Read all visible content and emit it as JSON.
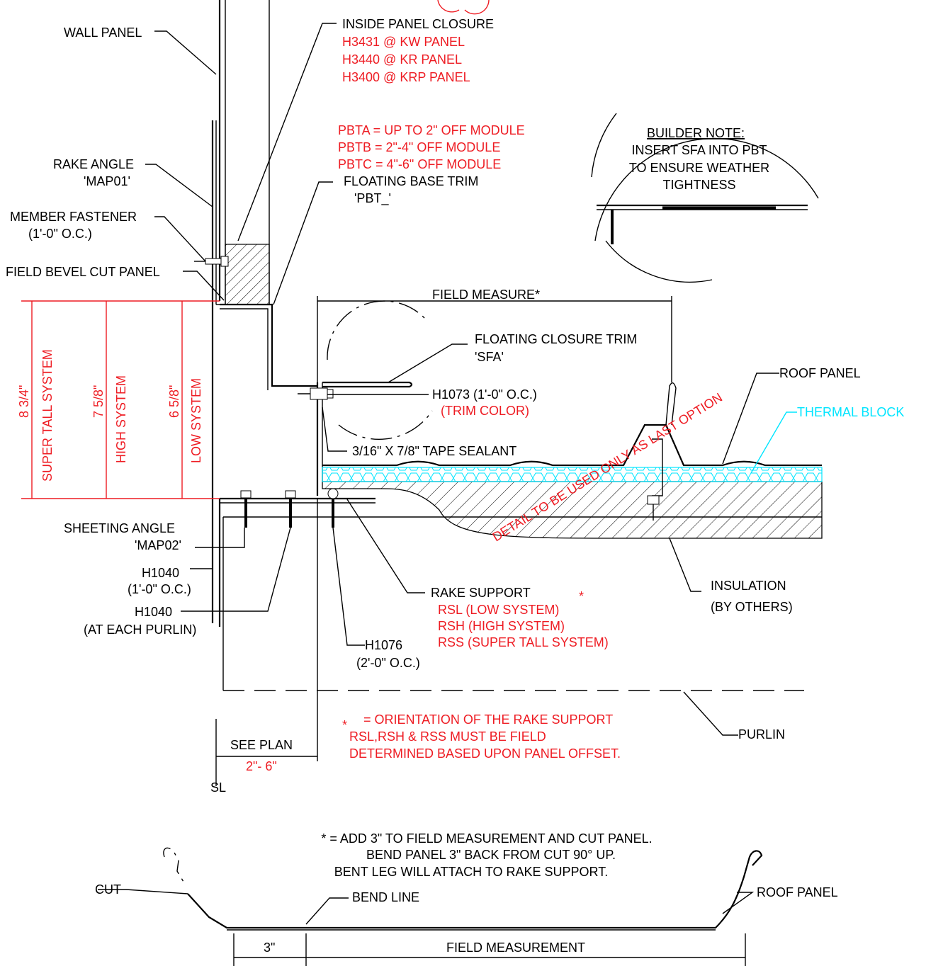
{
  "labels": {
    "wall_panel": "WALL PANEL",
    "inside_closure": "INSIDE PANEL CLOSURE",
    "closure_kw": "H3431 @ KW PANEL",
    "closure_kr": "H3440 @ KR PANEL",
    "closure_krp": "H3400 @ KRP PANEL",
    "pbta": "PBTA = UP TO 2\" OFF MODULE",
    "pbtb": "PBTB = 2\"-4\" OFF MODULE",
    "pbtc": "PBTC = 4\"-6\" OFF MODULE",
    "floating_base_trim": "FLOATING BASE TRIM",
    "pbt_code": "'PBT_'",
    "rake_angle": "RAKE ANGLE",
    "map01": "'MAP01'",
    "member_fastener": "MEMBER FASTENER",
    "member_fastener_oc": "(1'-0\" O.C.)",
    "field_bevel": "FIELD BEVEL CUT PANEL",
    "builder_note_title": "BUILDER NOTE:",
    "builder_note_1": "INSERT SFA INTO PBT",
    "builder_note_2": "TO ENSURE WEATHER",
    "builder_note_3": "TIGHTNESS",
    "field_measure": "FIELD MEASURE*",
    "floating_closure_trim": "FLOATING CLOSURE TRIM",
    "sfa_code": "'SFA'",
    "roof_panel": "ROOF PANEL",
    "thermal_block": "THERMAL BLOCK",
    "h1073": "H1073 (1'-0\" O.C.)",
    "trim_color": "(TRIM COLOR)",
    "tape_sealant": "3/16\" X 7/8\" TAPE SEALANT",
    "detail_note": "DETAIL TO BE USED ONLY AS LAST OPTION",
    "dim_super": "8 3/4\"",
    "dim_high": "7 5/8\"",
    "dim_low": "6 5/8\"",
    "super_tall_system": "SUPER TALL SYSTEM",
    "high_system": "HIGH SYSTEM",
    "low_system": "LOW SYSTEM",
    "sheeting_angle": "SHEETING ANGLE",
    "map02": "'MAP02'",
    "h1040_a": "H1040",
    "h1040_a_oc": "(1'-0\" O.C.)",
    "h1040_b": "H1040",
    "h1040_b_oc": "(AT EACH PURLIN)",
    "rake_support": "RAKE SUPPORT",
    "rsl": "RSL (LOW SYSTEM)",
    "rsh": "RSH (HIGH SYSTEM)",
    "rss": "RSS (SUPER TALL SYSTEM)",
    "insulation": "INSULATION",
    "by_others": "(BY OTHERS)",
    "h1076": "H1076",
    "h1076_oc": "(2'-0\" O.C.)",
    "orientation_1": "= ORIENTATION OF THE RAKE SUPPORT",
    "orientation_2": "RSL,RSH & RSS MUST BE FIELD",
    "orientation_3": "DETERMINED BASED UPON PANEL OFFSET.",
    "purlin": "PURLIN",
    "see_plan": "SEE PLAN",
    "see_plan_dim": "2\"- 6\"",
    "sl_symbol": "SL",
    "note_star_1": "* = ADD 3\" TO FIELD MEASUREMENT AND CUT PANEL.",
    "note_star_2": "BEND PANEL 3\" BACK FROM CUT 90° UP.",
    "note_star_3": "BENT LEG WILL ATTACH TO RAKE SUPPORT.",
    "cut": "CUT",
    "bend_line": "BEND LINE",
    "roof_panel_2": "ROOF PANEL",
    "dim_3in": "3\"",
    "field_measurement": "FIELD MEASUREMENT"
  },
  "colors": {
    "red": "#ee1c23",
    "cyan": "#00e5ff",
    "black": "#000000"
  }
}
